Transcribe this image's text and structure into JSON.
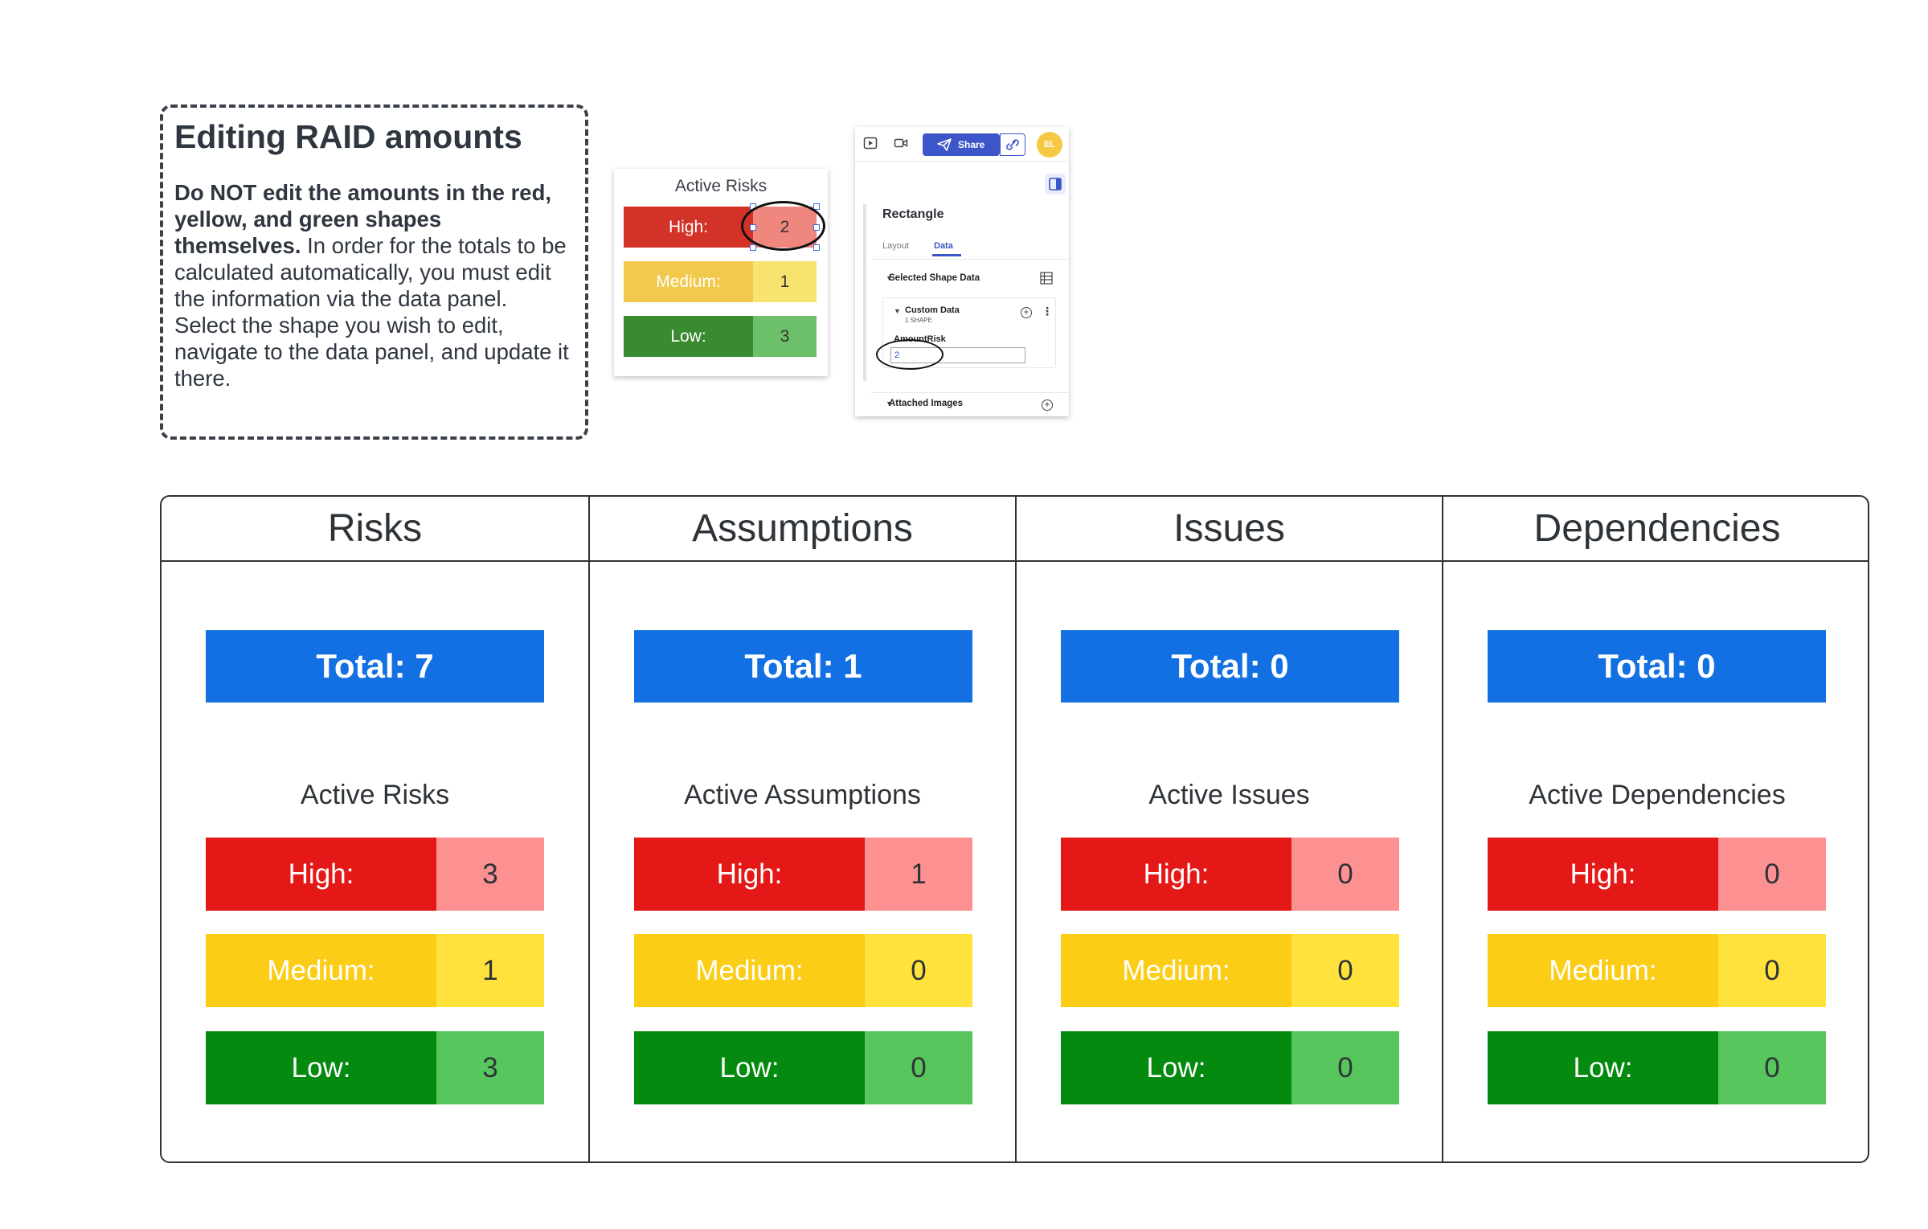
{
  "note": {
    "title": "Editing RAID amounts",
    "bold_text": "Do NOT edit the amounts in the red, yellow, and green shapes themselves.",
    "body_text": " In order for the totals to be calculated automatically, you must edit the information via the data panel. Select the shape you wish to edit, navigate to the data panel, and update it there."
  },
  "example": {
    "title": "Active Risks",
    "rows": [
      {
        "label": "High:",
        "value": "2"
      },
      {
        "label": "Medium:",
        "value": "1"
      },
      {
        "label": "Low:",
        "value": "3"
      }
    ]
  },
  "data_panel": {
    "share_label": "Share",
    "avatar_initials": "EL",
    "shape_title": "Rectangle",
    "tab_layout": "Layout",
    "tab_data": "Data",
    "section_selected": "Selected Shape Data",
    "custom_data_label": "Custom Data",
    "custom_data_sub": "1 SHAPE",
    "field_label": "AmountRisk",
    "field_value": "2",
    "section_images": "Attached Images"
  },
  "board": {
    "columns": [
      {
        "header": "Risks",
        "total": "Total: 7",
        "active_title": "Active Risks",
        "high_label": "High:",
        "high_value": "3",
        "medium_label": "Medium:",
        "medium_value": "1",
        "low_label": "Low:",
        "low_value": "3"
      },
      {
        "header": "Assumptions",
        "total": "Total: 1",
        "active_title": "Active Assumptions",
        "high_label": "High:",
        "high_value": "1",
        "medium_label": "Medium:",
        "medium_value": "0",
        "low_label": "Low:",
        "low_value": "0"
      },
      {
        "header": "Issues",
        "total": "Total: 0",
        "active_title": "Active Issues",
        "high_label": "High:",
        "high_value": "0",
        "medium_label": "Medium:",
        "medium_value": "0",
        "low_label": "Low:",
        "low_value": "0"
      },
      {
        "header": "Dependencies",
        "total": "Total: 0",
        "active_title": "Active Dependencies",
        "high_label": "High:",
        "high_value": "0",
        "medium_label": "Medium:",
        "medium_value": "0",
        "low_label": "Low:",
        "low_value": "0"
      }
    ]
  },
  "colors": {
    "total_blue": "#1270e3",
    "high_label": "#e51818",
    "high_value": "#fd9090",
    "medium_label": "#fbcd16",
    "medium_value": "#ffe23b",
    "low_label": "#058a10",
    "low_value": "#57c65c",
    "share_button": "#3c55c8"
  }
}
